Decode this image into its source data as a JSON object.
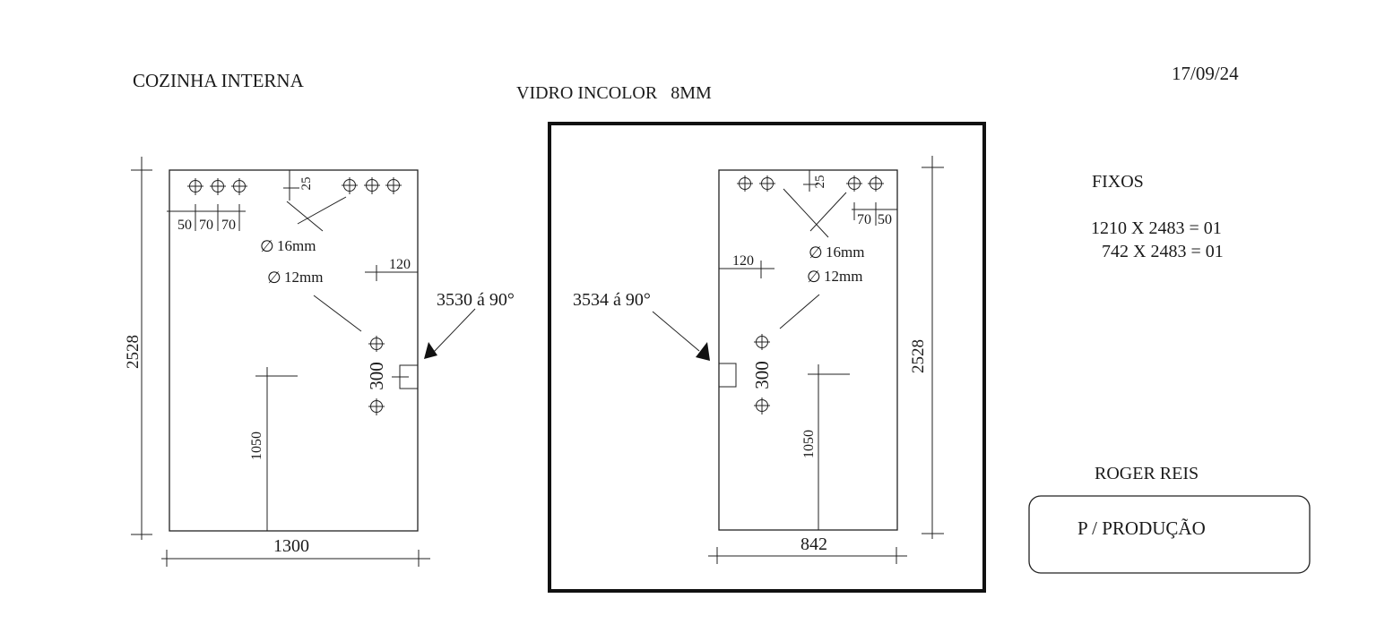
{
  "header": {
    "project": "COZINHA INTERNA",
    "material": "VIDRO INCOLOR   8MM",
    "date": "17/09/24"
  },
  "left_panel": {
    "width": "1300",
    "height": "2528",
    "hole_offset_1": "50",
    "hole_offset_2": "70",
    "hole_offset_3": "70",
    "top_offset": "25",
    "hole_large": "16mm",
    "hole_small": "12mm",
    "side_offset": "120",
    "vertical_gap": "300",
    "handle_height": "1050",
    "angle_label": "3530 á 90°"
  },
  "right_panel": {
    "width": "842",
    "height": "2528",
    "hole_offset_1": "70",
    "hole_offset_2": "50",
    "top_offset": "25",
    "hole_large": "16mm",
    "hole_small": "12mm",
    "side_offset": "120",
    "vertical_gap": "300",
    "handle_height": "1050",
    "angle_label": "3534 á 90°"
  },
  "fixos": {
    "title": "FIXOS",
    "line1": "1210 X 2483 = 01",
    "line2": "742 X 2483 = 01"
  },
  "client": "ROGER REIS",
  "purpose": "P / PRODUÇÃO",
  "diameter_symbol": "∅"
}
